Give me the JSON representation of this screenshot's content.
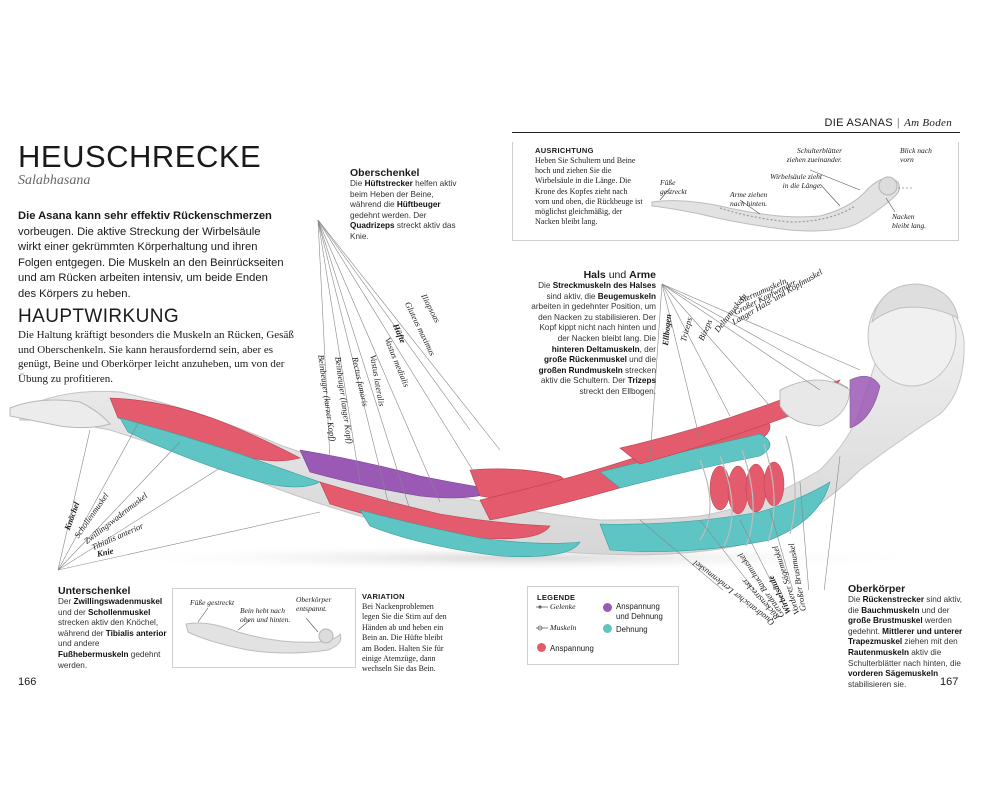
{
  "header": {
    "section": "DIE ASANAS",
    "separator": "|",
    "subsection": "Am Boden"
  },
  "title": "HEUSCHRECKE",
  "subtitle": "Salabhasana",
  "intro": {
    "lead": "Die Asana kann sehr effektiv Rückenschmerzen",
    "rest": "vorbeugen. Die aktive Streckung der Wirbelsäule wirkt einer gekrümmten Körperhaltung und ihren Folgen entgegen. Die Muskeln an den Beinrückseiten und am Rücken arbeiten intensiv, um beide Enden des Körpers zu heben."
  },
  "main_effect": {
    "title": "HAUPTWIRKUNG",
    "text": "Die Haltung kräftigt besonders die Muskeln an Rücken, Gesäß und Oberschenkeln. Sie kann herausfordernd sein, aber es genügt, Beine und Oberkörper leicht anzuheben, um von der Übung zu profitieren."
  },
  "annotations": {
    "oberschenkel": {
      "title": "Oberschenkel",
      "t1": "Die ",
      "b1": "Hüftstrecker",
      "t2": " helfen aktiv beim Heben der Beine, während die ",
      "b2": "Hüftbeuger",
      "t3": " gedehnt werden. Der ",
      "b3": "Quadrizeps",
      "t4": " streckt aktiv das Knie."
    },
    "hals": {
      "title_a": "Hals",
      "title_and": " und ",
      "title_b": "Arme",
      "t1": "Die ",
      "b1": "Streckmuskeln des Halses",
      "t2": " sind aktiv, die ",
      "b2": "Beugemuskeln",
      "t3": " arbeiten in gedehnter Position, um den Nacken zu stabilisieren. Der Kopf kippt nicht nach hinten und der Nacken bleibt lang. Die ",
      "b3": "hinteren Deltamuskeln",
      "t4": ", der ",
      "b4": "große Rückenmuskel",
      "t5": " und die ",
      "b5": "großen Rundmuskeln",
      "t6": " strecken aktiv die Schultern. Der ",
      "b6": "Trizeps",
      "t7": " streckt den Ellbogen."
    },
    "unterschenkel": {
      "title": "Unterschenkel",
      "t1": "Der ",
      "b1": "Zwillingswadenmuskel",
      "t2": " und der ",
      "b2": "Schollenmuskel",
      "t3": " strecken aktiv den Knöchel, während der ",
      "b3": "Tibialis anterior",
      "t4": " und andere ",
      "b4": "Fußhebermuskeln",
      "t5": " gedehnt werden."
    },
    "oberkoerper": {
      "title": "Oberkörper",
      "t1": "Die ",
      "b1": "Rückenstrecker",
      "t2": " sind aktiv, die ",
      "b2": "Bauchmuskeln",
      "t3": " und der ",
      "b3": "große Brustmuskel",
      "t4": " werden gedehnt. ",
      "b4": "Mittlerer und unterer Trapezmuskel",
      "t5": " ziehen mit den ",
      "b5": "Rautenmuskeln",
      "t6": " aktiv die Schulterblätter nach hinten, die ",
      "b6": "vorderen Sägemuskeln",
      "t7": " stabilisieren sie."
    }
  },
  "alignment": {
    "title": "AUSRICHTUNG",
    "text": "Heben Sie Schultern und Beine hoch und ziehen Sie die Wirbelsäule in die Länge. Die Krone des Kopfes zieht nach vorn und oben, die Rückbeuge ist möglichst gleichmäßig, der Nacken bleibt lang.",
    "labels": {
      "feet": "Füße gestreckt",
      "arms": "Arme ziehen nach hinten.",
      "shoulders": "Schulterblätter ziehen zueinander.",
      "spine": "Wirbelsäule zieht in die Länge.",
      "gaze": "Blick nach vorn",
      "neck": "Nacken bleibt lang."
    }
  },
  "variation": {
    "title": "VARIATION",
    "text": "Bei Nackenproblemen legen Sie die Stirn auf den Händen ab und heben ein Bein an. Die Hüfte bleibt am Boden. Halten Sie für einige Atemzüge, dann wechseln Sie das Bein.",
    "labels": {
      "feet": "Füße gestreckt",
      "leg": "Bein hebt nach oben und hinten.",
      "torso": "Oberkörper entspannt."
    }
  },
  "legend": {
    "title": "LEGENDE",
    "joints": "Gelenke",
    "muscles": "Muskeln",
    "tension": "Anspannung",
    "tension_stretch": "Anspannung und Dehnung",
    "stretch": "Dehnung",
    "colors": {
      "tension": "#e35b6c",
      "tension_stretch": "#9b59b6",
      "stretch": "#5ec4c4"
    }
  },
  "muscle_labels": {
    "iliopsoas": "Iliopsoas",
    "gluteus": "Gluteus maximus",
    "huefte": "Hüfte",
    "vastus_medialis": "Vastus medialis",
    "vastus_lateralis": "Vastus lateralis",
    "rectus_femoris": "Rectus femoris",
    "beinbeuger_lang": "Beinbeuger (langer Kopf)",
    "beinbeuger_kurz": "Beinbeuger (kurzer Kopf)",
    "knoechel": "Knöchel",
    "schollenmuskel": "Schollenmuskel",
    "zwillingswaden": "Zwillingswadenmuskel",
    "tibialis": "Tibialis anterior",
    "knie": "Knie",
    "ellbogen": "Ellbogen",
    "trizeps": "Trizeps",
    "bizeps": "Bizeps",
    "deltamuskeln": "Deltamuskeln",
    "langer_hals": "Langer Hals- und Kopfmuskel",
    "grosser_kopfwender": "Großer Kopfwender",
    "sternumuskeln": "Sternumuskeln",
    "grosser_brustmuskel": "Großer Brustmuskel",
    "unterer_saegemuskel": "Vorderer Sägemuskel",
    "wirbelsaeule": "Wirbelsäule",
    "gerader_bauchmuskel": "Gerader Bauchmuskel",
    "rueckenstrecker": "Rückenstrecker",
    "quadratischer": "Quadratischer Lendenmuskel"
  },
  "page_left": "166",
  "page_right": "167"
}
